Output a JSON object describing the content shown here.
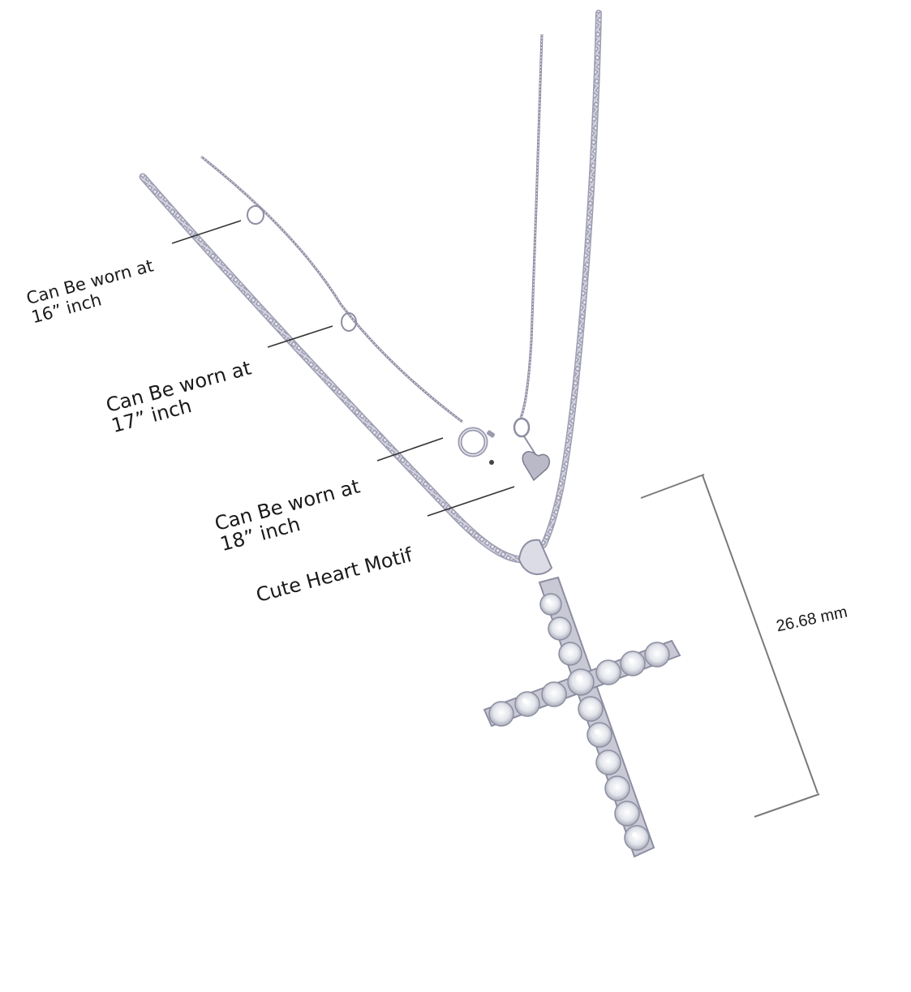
{
  "callouts": {
    "wear_16": {
      "line1": "Can Be worn at",
      "line2": "16” inch"
    },
    "wear_17": {
      "line1": "Can Be worn at",
      "line2": "17” inch"
    },
    "wear_18": {
      "line1": "Can Be worn at",
      "line2": "18” inch"
    },
    "heart_motif": "Cute Heart Motif"
  },
  "dimension": {
    "height_label": "26.68 mm"
  },
  "colors": {
    "metal": "#c9c9d6",
    "metal_dark": "#8e8ea3",
    "stone": "#eef0f4",
    "leader": "#333333",
    "dimension_line": "#7a7a7a"
  }
}
